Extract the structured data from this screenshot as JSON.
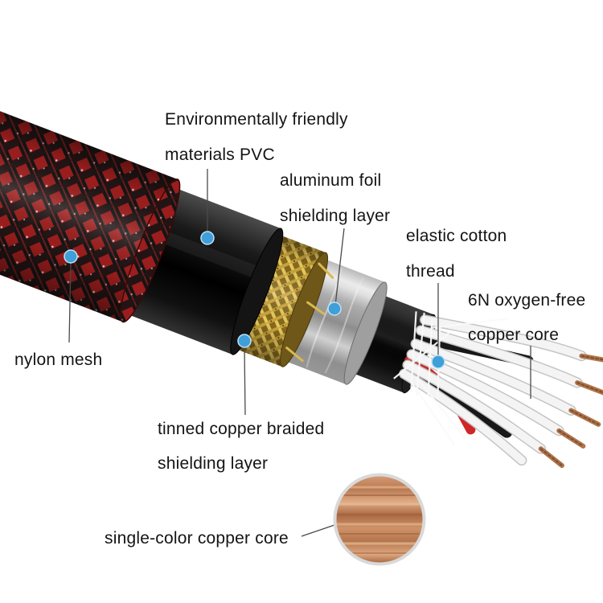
{
  "title": "cable construction cutaway diagram",
  "labels": {
    "pvc": {
      "line1": "Environmentally friendly",
      "line2": "materials PVC"
    },
    "aluminum_foil": {
      "line1": "aluminum foil",
      "line2": "shielding layer"
    },
    "elastic_cotton": {
      "line1": "elastic cotton",
      "line2": "thread"
    },
    "oxygen_free_copper": {
      "line1": "6N oxygen-free",
      "line2": "copper core"
    },
    "nylon_mesh": {
      "line1": "nylon mesh"
    },
    "tinned_copper": {
      "line1": "tinned copper braided",
      "line2": "shielding layer"
    },
    "single_color_copper": {
      "line1": "single-color copper core"
    }
  },
  "markers": [
    "nylon-mesh",
    "pvc-jacket",
    "tinned-copper-braid",
    "aluminum-foil",
    "elastic-cotton-thread"
  ],
  "colors": {
    "marker_blue": "#3f9fd8",
    "leader_line": "#4a4a4a",
    "nylon_mesh_red": "#9c1d1d",
    "pvc_black": "#111111",
    "tinned_braid_gold": "#d7b84a",
    "foil_silver": "#c2c2c2",
    "copper": "#b0744a",
    "wire_white": "#f2f2f2",
    "wire_red": "#cf2727",
    "background": "#ffffff"
  }
}
